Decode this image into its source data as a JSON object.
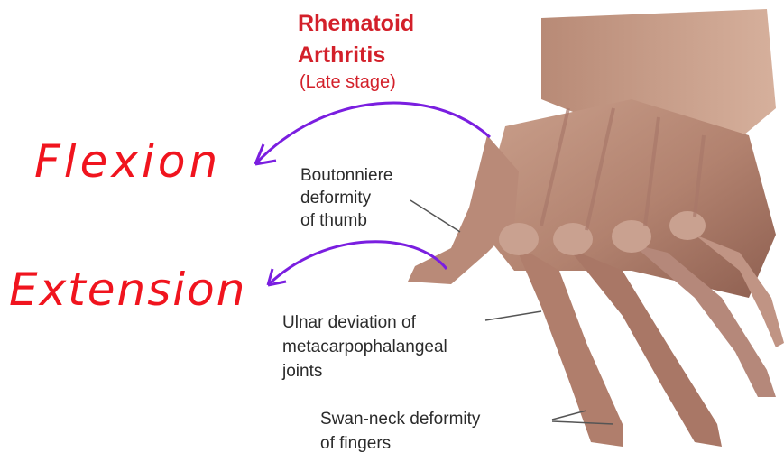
{
  "title": {
    "line1": "Rhematoid",
    "line2": "Arthritis",
    "subtitle": "(Late stage)"
  },
  "annotations": {
    "flexion": "Flexion",
    "extension": "Extension"
  },
  "labels": {
    "boutonniere": [
      "Boutonniere",
      "deformity",
      "of thumb"
    ],
    "ulnar": [
      "Ulnar deviation of",
      "metacarpophalangeal",
      "joints"
    ],
    "swan_neck": [
      "Swan-neck deformity",
      "of fingers"
    ]
  },
  "colors": {
    "title_red": "#d3202a",
    "handwriting_red": "#f0141e",
    "arrow_purple": "#7a1ee0",
    "label_text": "#2b2b2b",
    "skin": "#b98a78"
  }
}
